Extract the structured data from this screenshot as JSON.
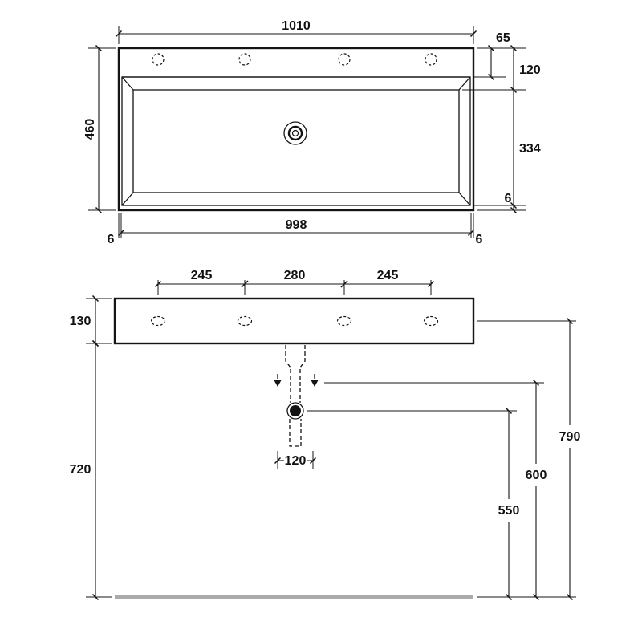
{
  "top_view": {
    "width_total": "1010",
    "depth_total": "460",
    "deck_depth": "65",
    "rim_to_basin": "120",
    "basin_inner_depth": "334",
    "bottom_wall": "6",
    "inner_width": "998",
    "left_wall": "6",
    "right_wall": "6"
  },
  "front_view": {
    "tap_pitch_left": "245",
    "tap_pitch_center": "280",
    "tap_pitch_right": "245",
    "apron_height": "130",
    "underside_height": "720",
    "drain_clearance": "120",
    "rim_height": "790",
    "supply_height": "600",
    "waste_height": "550"
  },
  "colors": {
    "line": "#141414",
    "floor": "#ababab",
    "background": "#ffffff"
  }
}
